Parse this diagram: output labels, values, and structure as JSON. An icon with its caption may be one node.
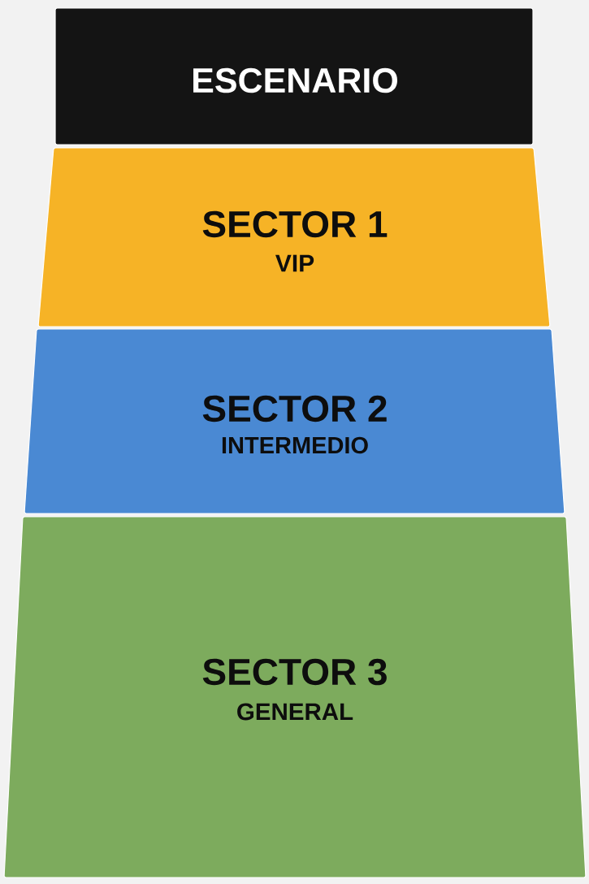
{
  "diagram": {
    "nodes": [
      {
        "text": [
          "ESCENARIO"
        ]
      },
      {
        "text": [
          "SECTOR 1",
          "VIP"
        ]
      },
      {
        "text": [
          "SECTOR 2",
          "INTERMEDIO"
        ]
      },
      {
        "text": [
          "SECTOR 3",
          "GENERAL"
        ]
      }
    ]
  }
}
